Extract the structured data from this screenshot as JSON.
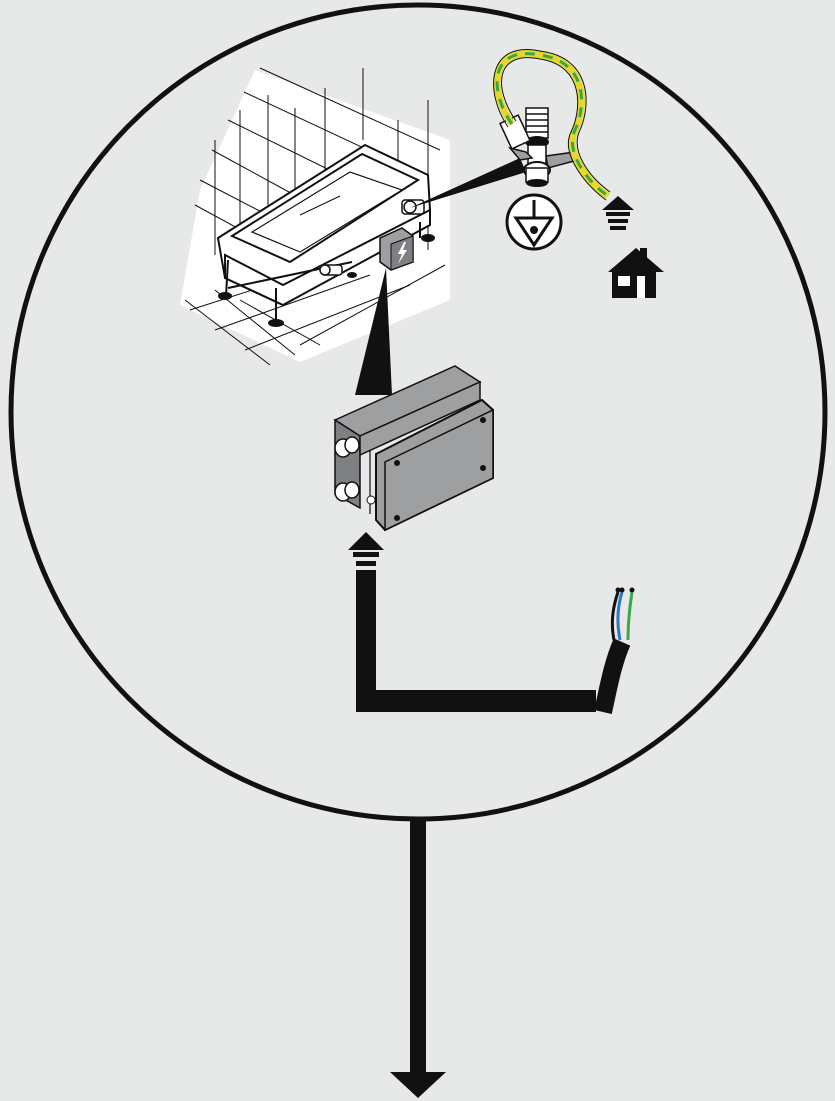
{
  "diagram": {
    "colors": {
      "background": "#e7e8e8",
      "outline": "#111111",
      "box_grey": "#9d9fa1",
      "box_grey_dark": "#7e8083",
      "wire_green": "#3aa64a",
      "wire_yellow": "#e6d82a",
      "wire_blue": "#2a78c8",
      "white": "#ffffff"
    },
    "components": [
      {
        "id": "bathtub",
        "icon": "bathtub-icon"
      },
      {
        "id": "tile-wall",
        "icon": "tile-grid-icon"
      },
      {
        "id": "drain-valve",
        "icon": "drain-valve-icon"
      },
      {
        "id": "bath-junction-box",
        "icon": "electric-box-icon"
      },
      {
        "id": "grounding-wire",
        "icon": "earth-wire-icon"
      },
      {
        "id": "equipotential-symbol",
        "icon": "equipotential-bonding-icon"
      },
      {
        "id": "house",
        "icon": "house-icon"
      },
      {
        "id": "junction-box",
        "icon": "junction-box-icon"
      },
      {
        "id": "power-cable",
        "icon": "cable-icon"
      }
    ],
    "connections": [
      {
        "from": "power-cable",
        "to": "junction-box",
        "kind": "arrow"
      },
      {
        "from": "junction-box",
        "to": "bath-junction-box",
        "kind": "pointer"
      },
      {
        "from": "drain-valve",
        "to": "grounding-wire",
        "kind": "pointer"
      },
      {
        "from": "house",
        "to": "grounding-wire",
        "kind": "arrow"
      },
      {
        "from": "detail-circle",
        "to": "below",
        "kind": "arrow"
      }
    ]
  }
}
